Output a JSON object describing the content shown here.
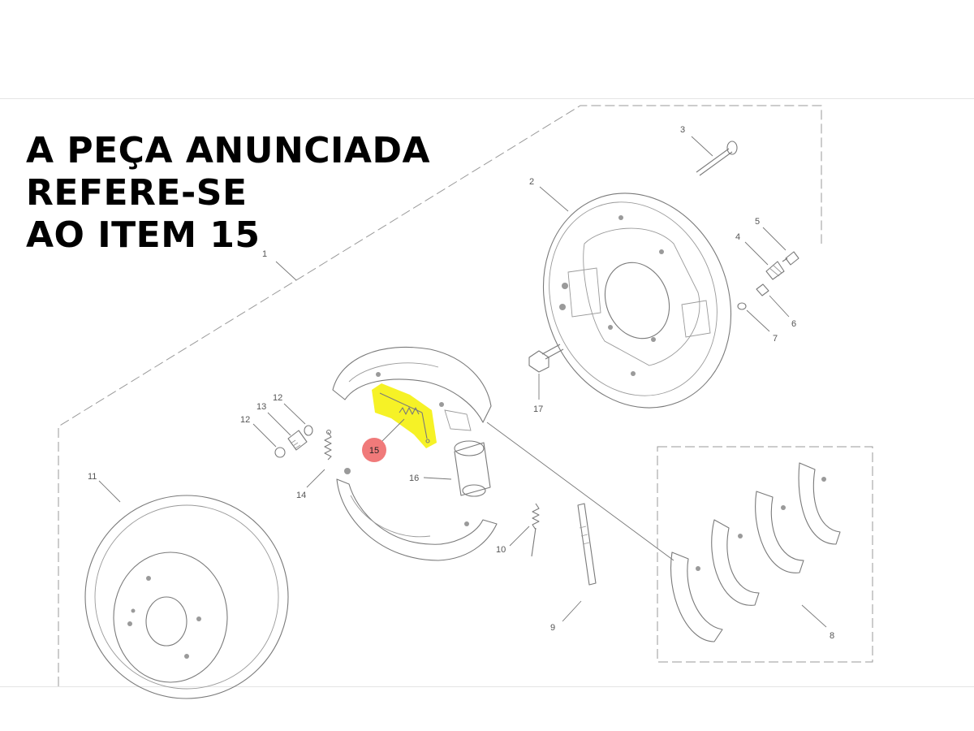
{
  "headline": {
    "line1": "A PEÇA ANUNCIADA",
    "line2": "REFERE-SE",
    "line3": "AO ITEM 15"
  },
  "diagram": {
    "callouts": {
      "c1": "1",
      "c2": "2",
      "c3": "3",
      "c4": "4",
      "c5": "5",
      "c6": "6",
      "c7": "7",
      "c8": "8",
      "c9": "9",
      "c10": "10",
      "c11": "11",
      "c12a": "12",
      "c12b": "12",
      "c13": "13",
      "c14": "14",
      "c16": "16",
      "c17": "17"
    },
    "highlight": {
      "label": "15",
      "highlight_color": "#f4f000",
      "marker_color": "#f07a7a"
    }
  }
}
